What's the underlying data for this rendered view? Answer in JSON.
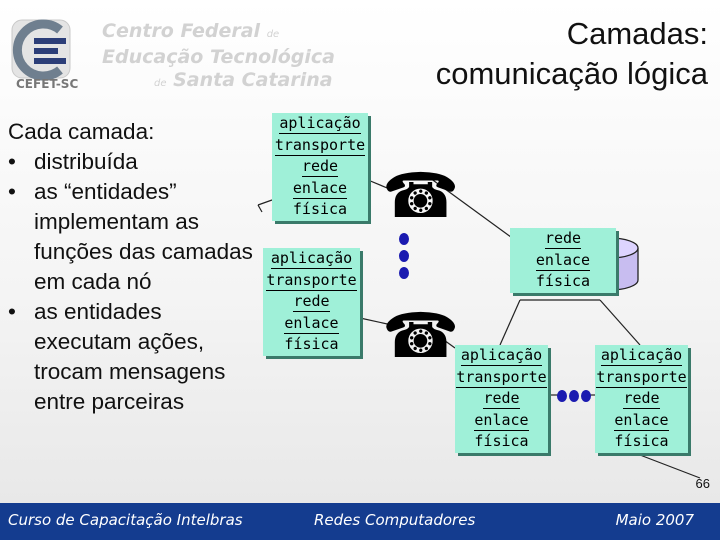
{
  "logo": {
    "line1": "Centro Federal",
    "line1_small": "de",
    "line2": "Educação Tecnológica",
    "line3_small": "de",
    "line3": "Santa Catarina",
    "acronym": "CEFET-SC"
  },
  "title": {
    "line1": "Camadas:",
    "line2": "comunicação lógica"
  },
  "content": {
    "intro": "Cada camada:",
    "bullets": [
      "distribuída",
      "as “entidades” implementam as funções das camadas em cada nó",
      "as entidades executam ações, trocam mensagens entre parceiras"
    ]
  },
  "stacks": {
    "top": [
      "aplicação",
      "transporte",
      "rede",
      "enlace",
      "física"
    ],
    "left": [
      "aplicação",
      "transporte",
      "rede",
      "enlace",
      "física"
    ],
    "router": [
      "rede",
      "enlace",
      "física"
    ],
    "bottom_center": [
      "aplicação",
      "transporte",
      "rede",
      "enlace",
      "física"
    ],
    "bottom_right": [
      "aplicação",
      "transporte",
      "rede",
      "enlace",
      "física"
    ]
  },
  "icons": {
    "phone": "telephone-icon",
    "router": "router-cylinder-icon",
    "dots": "ellipsis-dots-icon"
  },
  "colors": {
    "stack_fill": "#9ff0d8",
    "footer": "#143c8f",
    "dots": "#1a1ab0"
  },
  "footer": {
    "left": "Curso de Capacitação Intelbras",
    "center": "Redes Computadores",
    "right": "Maio 2007"
  },
  "page_number": "66"
}
